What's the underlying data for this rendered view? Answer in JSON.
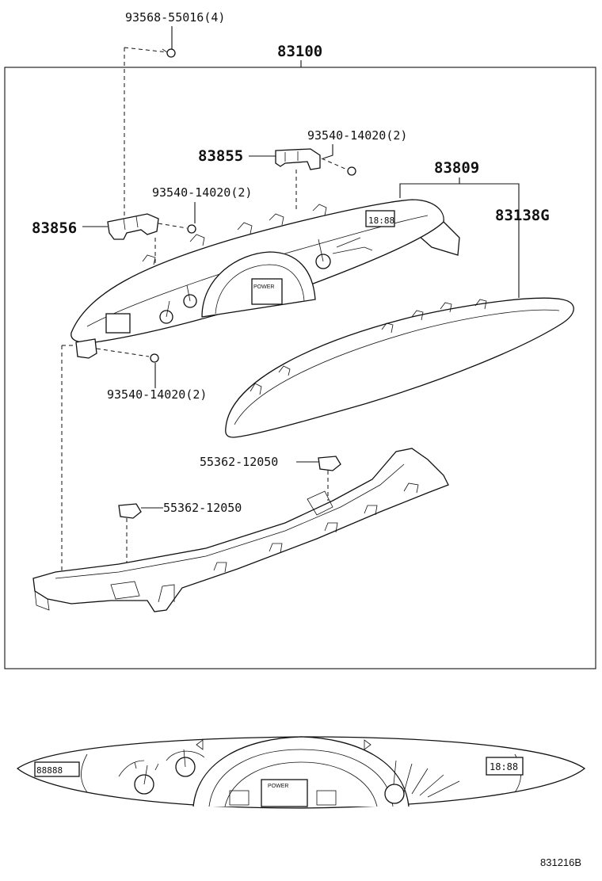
{
  "callouts": {
    "screw_top": "93568-55016(4)",
    "assembly": "83100",
    "screw_bracket_right": "93540-14020(2)",
    "bracket_right": "83855",
    "cluster_case": "83809",
    "screw_bracket_left": "93540-14020(2)",
    "bracket_left": "83856",
    "lens_glass": "83138G",
    "screw_bottom_left": "93540-14020(2)",
    "clip_right": "55362-12050",
    "clip_left": "55362-12050"
  },
  "figure_code": "831216B",
  "meter_readouts": {
    "clock": "18:88",
    "odometer": "88888"
  }
}
